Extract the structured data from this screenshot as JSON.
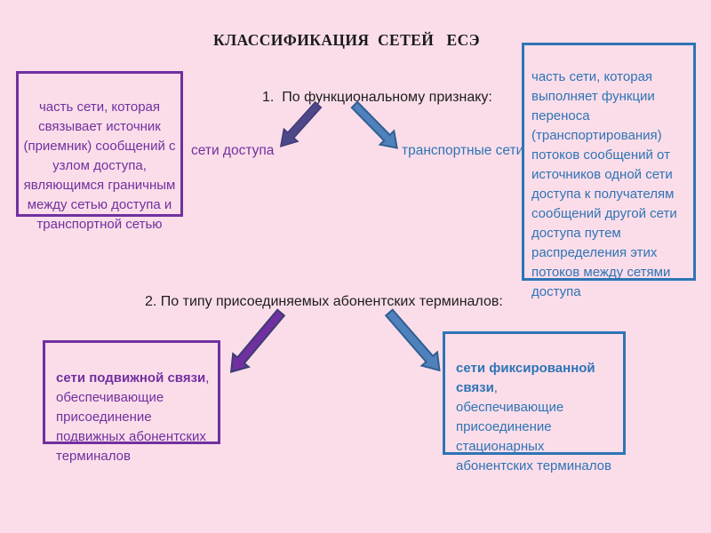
{
  "slide": {
    "title": "КЛАССИФИКАЦИЯ  СЕТЕЙ   ЕСЭ",
    "background": "#fbdde9"
  },
  "colors": {
    "purple": "#7030a0",
    "blue": "#2e74b5",
    "arrow_indigo_fill": "#4e4889",
    "arrow_indigo_stroke": "#413b78",
    "arrow_blue_fill": "#4f81bd",
    "arrow_blue_stroke": "#2f5f91",
    "arrow_purple_fill": "#7030a0",
    "arrow_purple_stroke": "#3d3d72"
  },
  "criteria": {
    "item1": "1.  По функциональному признаку:",
    "item2": "2. По типу присоединяемых абонентских терминалов:"
  },
  "branches": {
    "access_label": "сети доступа",
    "transport_label": "транспортные сети"
  },
  "definitions": {
    "access": "часть сети, которая\nсвязывает источник\n(приемник) сообщений с\nузлом доступа,\nявляющимся граничным\nмежду сетью доступа и\nтранспортной сетью",
    "transport": "часть сети, которая\nвыполняет функции\nпереноса\n(транспортирования)\nпотоков сообщений от\nисточников одной сети\nдоступа к получателям\nсообщений другой сети\nдоступа путем\nраспределения этих\nпотоков между сетями\nдоступа",
    "mobile_lead": "сети подвижной связи",
    "mobile_rest": ",\nобеспечивающие\nприсоединение\nподвижных абонентских\nтерминалов",
    "fixed_lead": "сети фиксированной\nсвязи",
    "fixed_rest": ",\nобеспечивающие\nприсоединение\nстационарных\nабонентских терминалов"
  }
}
